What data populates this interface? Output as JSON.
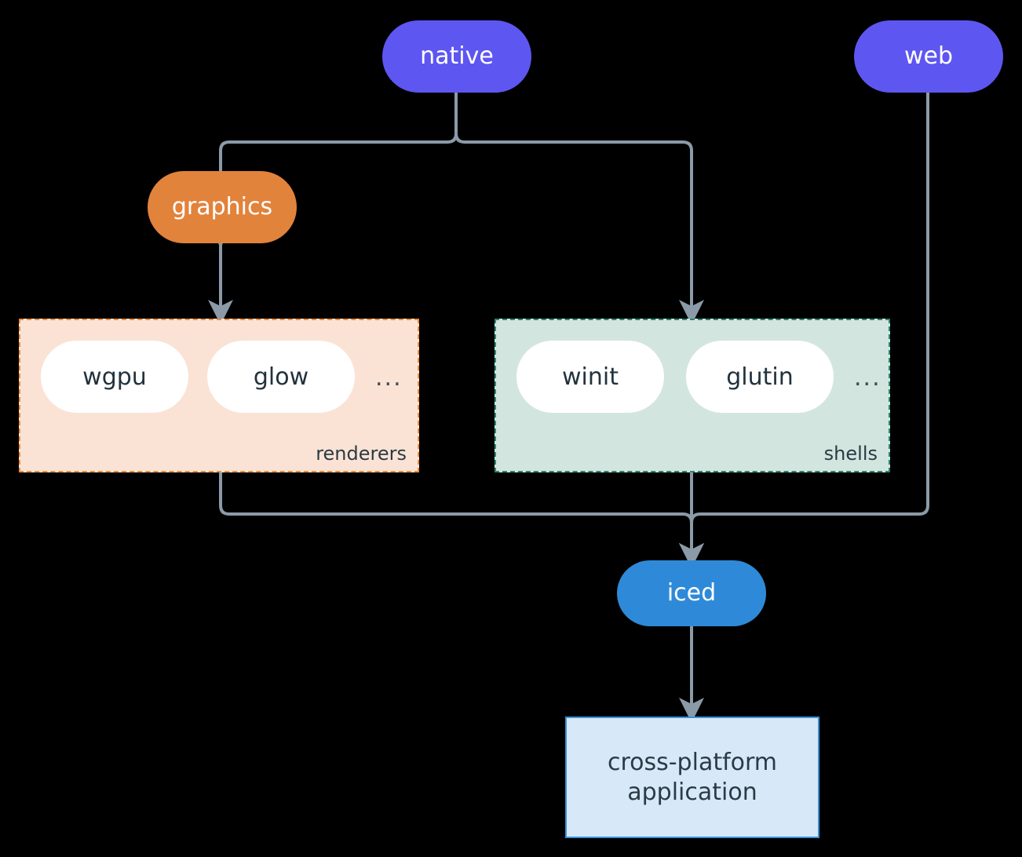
{
  "diagram": {
    "type": "flow-architecture",
    "background_color": "#000000",
    "edge_color": "#8b9aa8"
  },
  "nodes": {
    "native": {
      "label": "native",
      "color": "#5e56f0",
      "text_color": "#ffffff",
      "shape": "pill"
    },
    "web": {
      "label": "web",
      "color": "#5e56f0",
      "text_color": "#ffffff",
      "shape": "pill"
    },
    "graphics": {
      "label": "graphics",
      "color": "#e2833c",
      "text_color": "#ffffff",
      "shape": "pill"
    },
    "iced": {
      "label": "iced",
      "color": "#2e8ad8",
      "text_color": "#ffffff",
      "shape": "pill"
    },
    "application": {
      "line1": "cross-platform",
      "line2": "application",
      "color": "#d7e8f8",
      "border_color": "#3a8fd4",
      "text_color": "#2b3a44",
      "shape": "rectangle"
    }
  },
  "groups": {
    "renderers": {
      "label": "renderers",
      "fill": "#fae3d5",
      "border_color": "#ef8b3c",
      "items": [
        {
          "label": "wgpu"
        },
        {
          "label": "glow"
        }
      ],
      "more": "..."
    },
    "shells": {
      "label": "shells",
      "fill": "#d3e5df",
      "border_color": "#2b8572",
      "items": [
        {
          "label": "winit"
        },
        {
          "label": "glutin"
        }
      ],
      "more": "..."
    }
  },
  "edges": [
    {
      "from": "native",
      "to": "graphics"
    },
    {
      "from": "native",
      "to": "shells"
    },
    {
      "from": "graphics",
      "to": "renderers"
    },
    {
      "from": "renderers",
      "to": "iced"
    },
    {
      "from": "shells",
      "to": "iced"
    },
    {
      "from": "web",
      "to": "iced"
    },
    {
      "from": "iced",
      "to": "application"
    }
  ]
}
